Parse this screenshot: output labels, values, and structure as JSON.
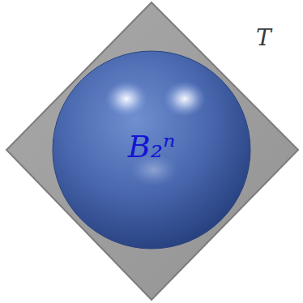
{
  "diagram": {
    "nodes": [
      {
        "text": [
          "T"
        ]
      },
      {
        "text": [
          "B₂ⁿ"
        ],
        "in": 0
      }
    ]
  }
}
